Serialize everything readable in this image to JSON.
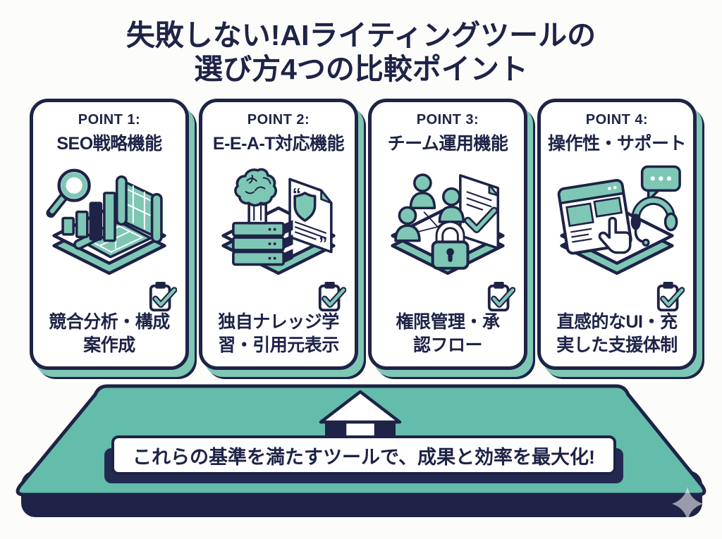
{
  "title": {
    "lines": [
      "失敗しない!AIライティングツールの",
      "選び方4つの比較ポイント"
    ]
  },
  "cards": [
    {
      "point_label": "POINT 1:",
      "subtitle": "SEO戦略機能",
      "description_lines": [
        "競合分析・構成",
        "案作成"
      ],
      "illustration": "seo-strategy-illustration",
      "badge": "clipboard-check-icon"
    },
    {
      "point_label": "POINT 2:",
      "subtitle": "E-E-A-T対応機能",
      "description_lines": [
        "独自ナレッジ学",
        "習・引用元表示"
      ],
      "illustration": "eeat-knowledge-illustration",
      "badge": "clipboard-check-icon"
    },
    {
      "point_label": "POINT 3:",
      "subtitle": "チーム運用機能",
      "description_lines": [
        "権限管理・承",
        "認フロー"
      ],
      "illustration": "team-operation-illustration",
      "badge": "clipboard-check-icon"
    },
    {
      "point_label": "POINT 4:",
      "subtitle": "操作性・サポート",
      "description_lines": [
        "直感的なUI・充",
        "実した支援体制"
      ],
      "illustration": "ui-support-illustration",
      "badge": "clipboard-check-icon"
    }
  ],
  "banner": {
    "text": "これらの基準を満たすツールで、成果と効率を最大化!"
  },
  "colors": {
    "navy": "#1e2347",
    "teal": "#64bcab",
    "teal_light": "#7fc7b5",
    "background": "#fcfcfa",
    "white": "#ffffff"
  }
}
